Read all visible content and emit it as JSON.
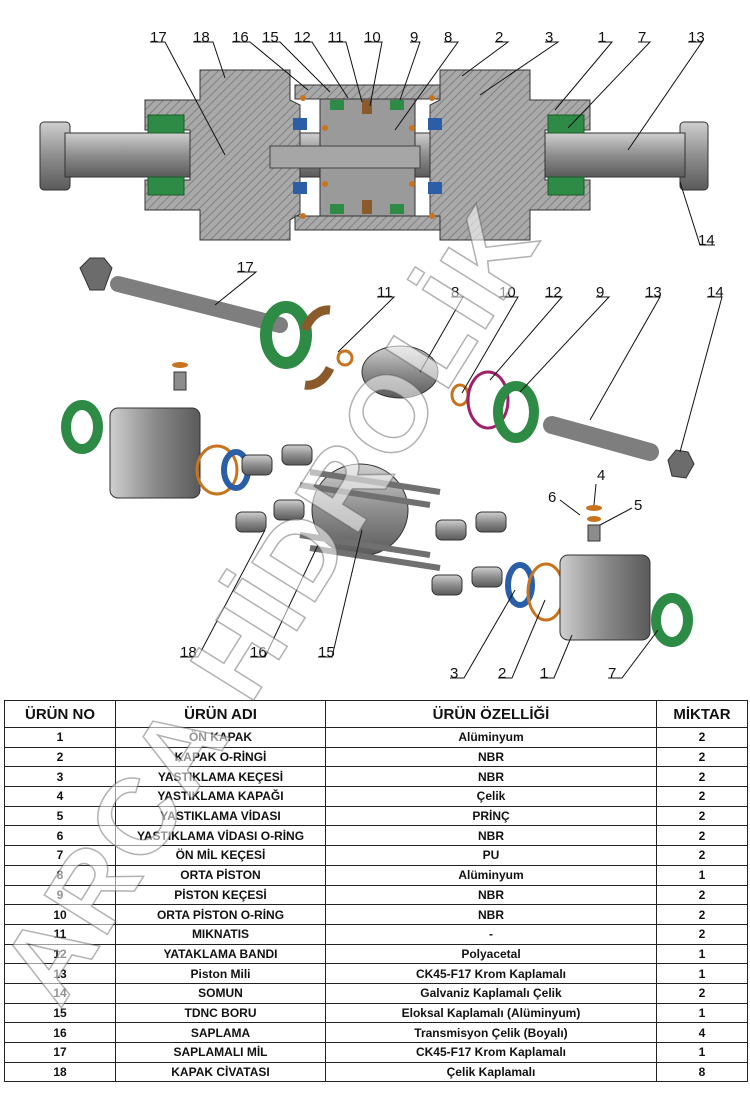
{
  "callouts_section": [
    "17",
    "18",
    "16",
    "15",
    "12",
    "11",
    "10",
    "9",
    "8",
    "2",
    "3",
    "1",
    "7",
    "13",
    "14"
  ],
  "callouts_exploded": [
    "17",
    "11",
    "8",
    "10",
    "12",
    "9",
    "13",
    "14",
    "4",
    "6",
    "5",
    "18",
    "16",
    "15",
    "3",
    "2",
    "1",
    "7"
  ],
  "table": {
    "headers": [
      "ÜRÜN NO",
      "ÜRÜN ADI",
      "ÜRÜN ÖZELLİĞİ",
      "MİKTAR"
    ],
    "rows": [
      [
        "1",
        "ÖN KAPAK",
        "Alüminyum",
        "2"
      ],
      [
        "2",
        "KAPAK O-RİNGİ",
        "NBR",
        "2"
      ],
      [
        "3",
        "YASTIKLAMA KEÇESİ",
        "NBR",
        "2"
      ],
      [
        "4",
        "YASTIKLAMA KAPAĞI",
        "Çelik",
        "2"
      ],
      [
        "5",
        "YASTIKLAMA VİDASI",
        "PRİNÇ",
        "2"
      ],
      [
        "6",
        "YASTIKLAMA VİDASI O-RİNG",
        "NBR",
        "2"
      ],
      [
        "7",
        "ÖN MİL KEÇESİ",
        "PU",
        "2"
      ],
      [
        "8",
        "ORTA PİSTON",
        "Alüminyum",
        "1"
      ],
      [
        "9",
        "PİSTON KEÇESİ",
        "NBR",
        "2"
      ],
      [
        "10",
        "ORTA PİSTON O-RİNG",
        "NBR",
        "2"
      ],
      [
        "11",
        "MIKNATIS",
        "-",
        "2"
      ],
      [
        "12",
        "YATAKLAMA BANDI",
        "Polyacetal",
        "1"
      ],
      [
        "13",
        "Piston Mili",
        "CK45-F17 Krom Kaplamalı",
        "1"
      ],
      [
        "14",
        "SOMUN",
        "Galvaniz Kaplamalı Çelik",
        "2"
      ],
      [
        "15",
        "TDNC   BORU",
        "Eloksal Kaplamalı (Alüminyum)",
        "1"
      ],
      [
        "16",
        "SAPLAMA",
        "Transmisyon Çelik (Boyalı)",
        "4"
      ],
      [
        "17",
        "SAPLAMALI MİL",
        "CK45-F17 Krom Kaplamalı",
        "1"
      ],
      [
        "18",
        "KAPAK CİVATASI",
        "Çelik Kaplamalı",
        "8"
      ]
    ]
  },
  "watermark": "ARCA HİDROLİK",
  "colors": {
    "green": "#2e8b45",
    "brown": "#8b5a2b",
    "blue": "#2a5fa8",
    "metal": "#8c8c8c",
    "orange": "#c8741e",
    "magenta": "#a0206a"
  }
}
